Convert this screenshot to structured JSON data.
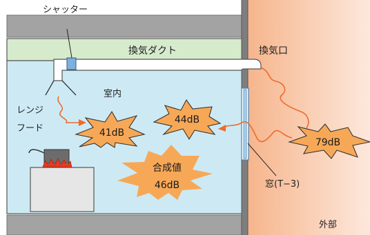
{
  "labels": {
    "shutter": "シャッター",
    "duct": "換気ダクト",
    "vent": "換気口",
    "room": "室内",
    "hood_line1": "レンジ",
    "hood_line2": "フード",
    "window": "窓(T−3)",
    "outside": "外部"
  },
  "levels": {
    "hood_noise": "41dB",
    "window_noise": "44dB",
    "outdoor_noise": "79dB",
    "combined_label": "合成値",
    "combined_value": "46dB"
  },
  "colors": {
    "ceiling": "#9b9b9b",
    "duct_space": "#d6ebcc",
    "room": "#cdeaf4",
    "outdoor": "#f8c9a8",
    "wall": "#808080",
    "burst": "#f7a857",
    "noise_line": "#ec6b2d",
    "window_glass": "#a9d6ee"
  }
}
